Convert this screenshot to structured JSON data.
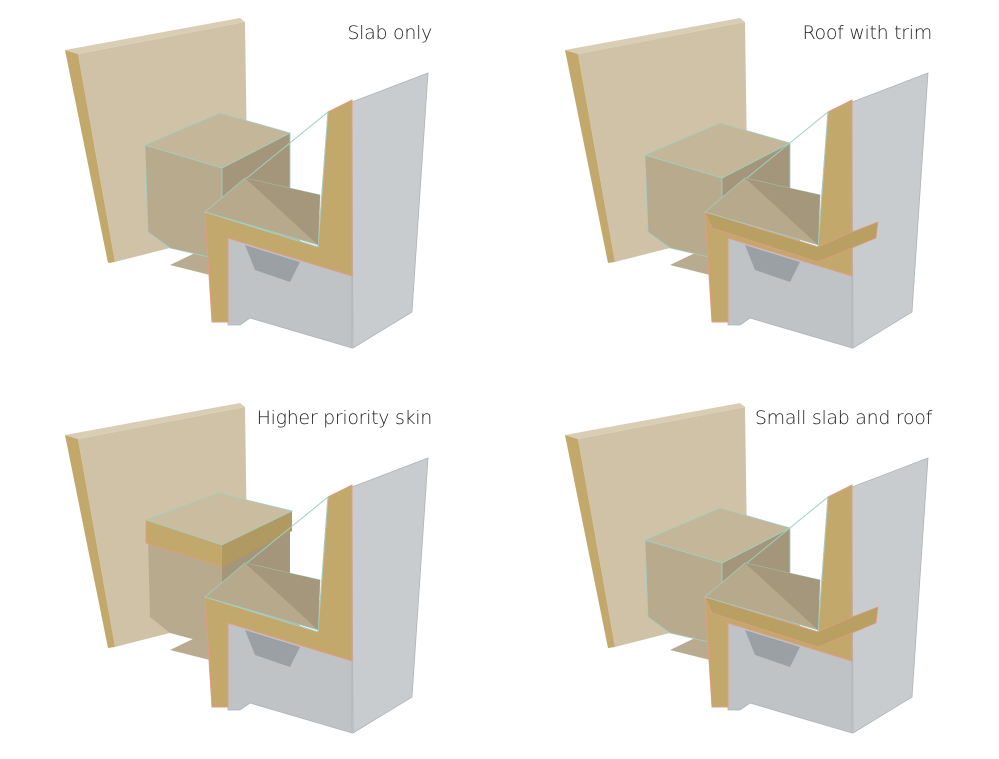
{
  "panels": [
    {
      "label": "Slab only",
      "variant": "slab"
    },
    {
      "label": "Roof with trim",
      "variant": "roof"
    },
    {
      "label": "Higher priority skin",
      "variant": "skin"
    },
    {
      "label": "Small slab and roof",
      "variant": "small"
    }
  ],
  "colors": {
    "wall": "#cfc2a6",
    "wall_shade": "#b9ab8f",
    "insulation": "#c2a86a",
    "concrete": "#c9ccce",
    "edge_line": "#9fd0c4",
    "membrane": "#e49b86"
  }
}
